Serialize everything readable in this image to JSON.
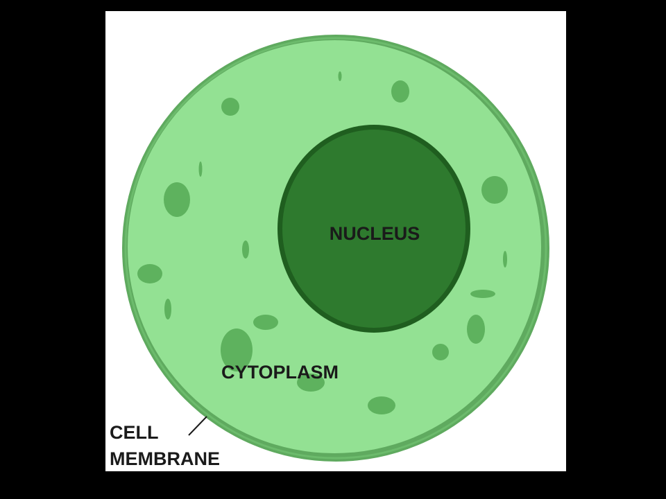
{
  "labels": {
    "nucleus": "NUCLEUS",
    "cytoplasm": "CYTOPLASM",
    "membrane_line1": "CELL",
    "membrane_line2": "MEMBRANE"
  },
  "colors": {
    "background": "#000000",
    "panel": "#ffffff",
    "membrane": "#5faa5f",
    "cytoplasm": "#93e193",
    "organelle": "#5eb25e",
    "nucleus": "#2e7a2e",
    "nucleus_edge": "#1f5e1f",
    "label": "#1a1a1a"
  }
}
